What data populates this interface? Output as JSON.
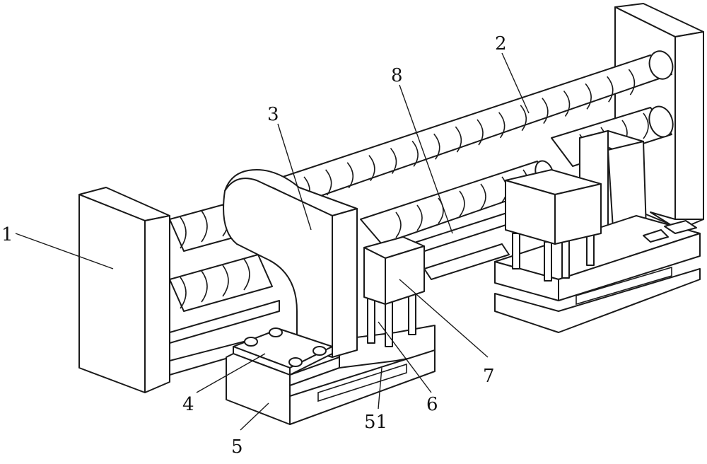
{
  "figure": {
    "labels": [
      {
        "id": "1",
        "text": "1"
      },
      {
        "id": "2",
        "text": "2"
      },
      {
        "id": "3",
        "text": "3"
      },
      {
        "id": "4",
        "text": "4"
      },
      {
        "id": "5",
        "text": "5"
      },
      {
        "id": "51",
        "text": "51"
      },
      {
        "id": "6",
        "text": "6"
      },
      {
        "id": "7",
        "text": "7"
      },
      {
        "id": "8",
        "text": "8"
      }
    ]
  }
}
